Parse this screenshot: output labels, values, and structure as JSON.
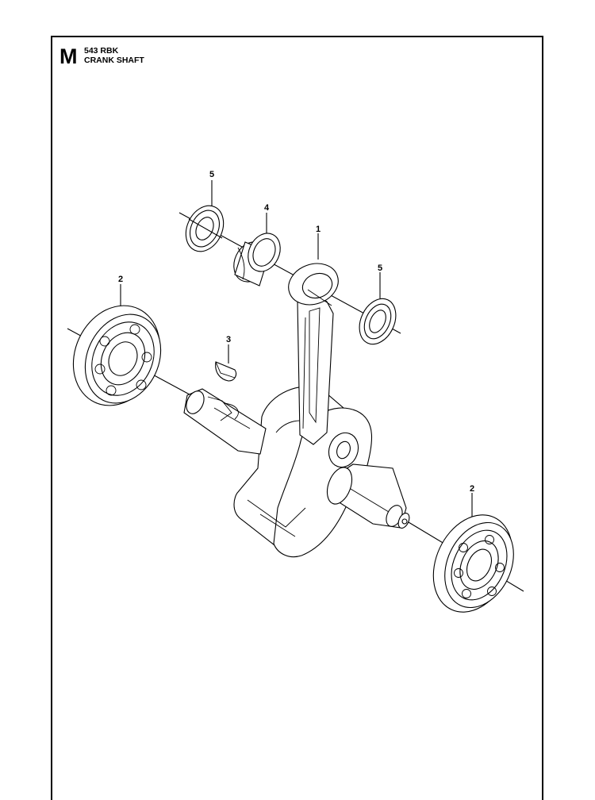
{
  "header": {
    "section_letter": "M",
    "model": "543 RBK",
    "title": "CRANK SHAFT"
  },
  "callouts": {
    "seal_top": "5",
    "needle_bearing": "4",
    "connecting_rod": "1",
    "seal_right": "5",
    "bearing_left": "2",
    "key": "3",
    "bearing_right": "2"
  }
}
